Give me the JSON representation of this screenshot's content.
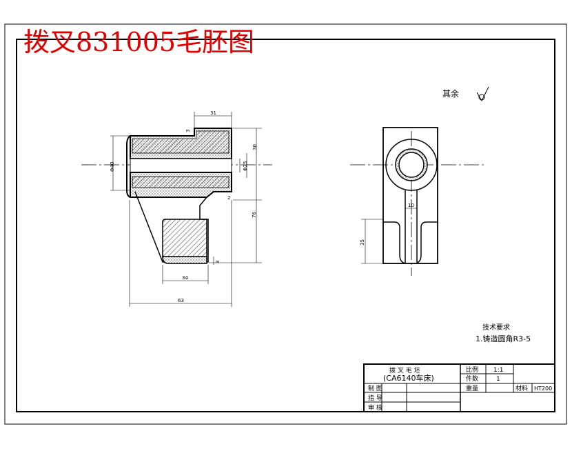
{
  "drawing": {
    "title": "拨叉831005毛胚图",
    "roughness_label": "其余",
    "dimensions": {
      "d31": "31",
      "d3_top": "3",
      "d30": "30",
      "d40": "Φ40",
      "d20": "Φ25",
      "d2": "2",
      "d76": "76",
      "d34": "34",
      "d3_bottom": "3",
      "d63": "63",
      "d35": "35",
      "d10": "10"
    },
    "tech_requirements": {
      "heading": "技术要求",
      "item1": "1.铸造圆角R3-5"
    },
    "title_block": {
      "part_name": "拨 叉 毛 坯",
      "machine": "(CA6140车床)",
      "scale_label": "比例",
      "scale_value": "1:1",
      "qty_label": "件数",
      "qty_value": "1",
      "weight_label": "重量",
      "material_label": "材料",
      "material_value": "HT200",
      "drawn_label": "制 图",
      "guide_label": "指 导",
      "check_label": "审 核"
    }
  }
}
